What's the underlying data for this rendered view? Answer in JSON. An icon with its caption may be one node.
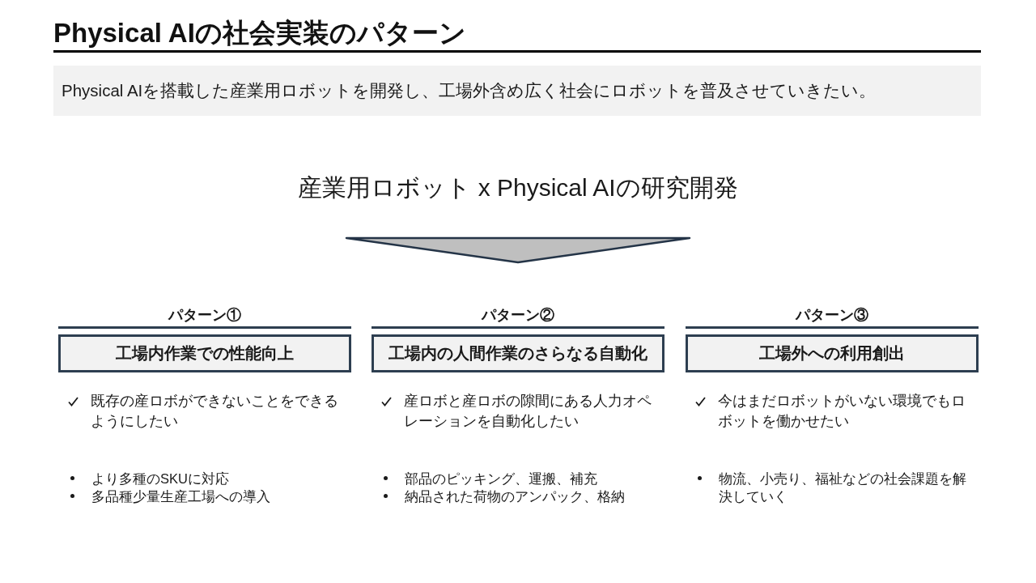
{
  "diagram": {
    "title": "Physical AIの社会実装のパターン",
    "nodes": [
      {
        "text": [
          "Physical AIを搭載した産業用ロボットを開発し、工場外含め広く社会にロボットを普及させていきたい。"
        ]
      },
      {
        "text": [
          "産業用ロボット x Physical AIの研究開発"
        ]
      },
      {
        "text": [
          "パターン①",
          "工場内作業での性能向上"
        ],
        "beside": [
          "既存の産ロボができないことをできるようにしたい",
          "より多種のSKUに対応",
          "多品種少量生産工場への導入"
        ]
      },
      {
        "text": [
          "パターン②",
          "工場内の人間作業のさらなる自動化"
        ],
        "beside": [
          "産ロボと産ロボの隙間にある人力オペレーションを自動化したい",
          "部品のピッキング、運搬、補充",
          "納品された荷物のアンパック、格納"
        ]
      },
      {
        "text": [
          "パターン③",
          "工場外への利用創出"
        ],
        "beside": [
          "今はまだロボットがいない環境でもロボットを働かせたい",
          "物流、小売り、福祉などの社会課題を解決していく"
        ]
      }
    ],
    "edges": [
      {
        "from": 1,
        "to": 3,
        "arrow": "to"
      }
    ]
  }
}
